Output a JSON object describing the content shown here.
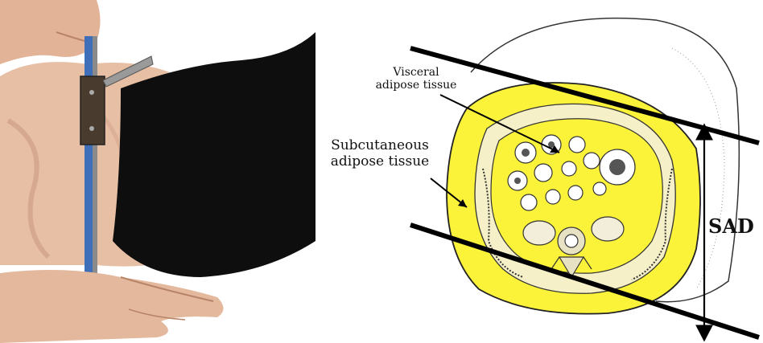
{
  "labels": {
    "visceral_line1": "Visceral",
    "visceral_line2": "adipose tissue",
    "subq_line1": "Subcutaneous",
    "subq_line2": "adipose tissue",
    "sad": "SAD"
  },
  "colors": {
    "skin": "#e9c0a6",
    "skin_shadow": "#c99a80",
    "clothing": "#0e0e0e",
    "fat_yellow": "#fbf23a",
    "caliper_metal": "#9a9a9a",
    "caliper_scale": "#3e6fb8",
    "outline": "#222222"
  }
}
